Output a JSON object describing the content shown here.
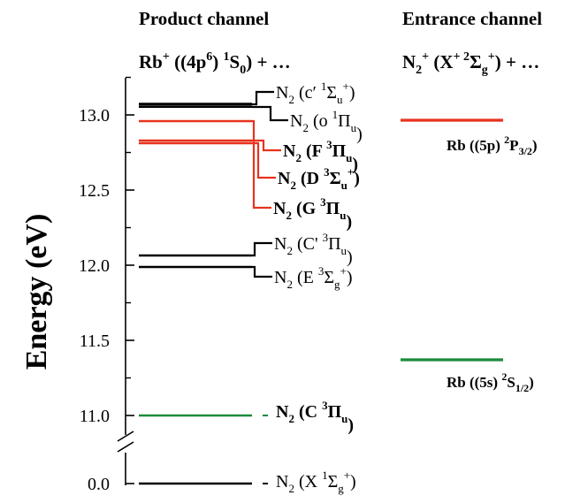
{
  "headers": {
    "product": "Product channel",
    "entrance": "Entrance channel",
    "product_species": {
      "pre": "Rb",
      "sup1": "+",
      "mid": " ((4p",
      "sup2": "6",
      "mid2": ") ",
      "sup3": "1",
      "mid3": "S",
      "sub": "0",
      "post": ") + …"
    },
    "entrance_species": {
      "pre": "N",
      "sub1": "2",
      "sup1": "+",
      "mid": " (X",
      "sup2": "+ 2",
      "mid2": "Σ",
      "sub2": "g",
      "sup3": "+",
      "post": ") + …"
    }
  },
  "axis": {
    "title": "Energy (eV)",
    "ticks": [
      "13.0",
      "12.5",
      "12.0",
      "11.5",
      "11.0",
      "0.0"
    ]
  },
  "colors": {
    "black": "#000000",
    "red": "#e8321e",
    "green": "#1a8a3a"
  },
  "product_levels": [
    {
      "id": "c-prime-1sigma",
      "energy": 13.08,
      "color": "black",
      "bold": false,
      "mol": "N",
      "molsub": "2",
      "open": " (c′ ",
      "sup": "1",
      "sym": "Σ",
      "symsub": "u",
      "symsup": "+",
      "close": ")"
    },
    {
      "id": "o-1pi",
      "energy": 13.08,
      "color": "black",
      "bold": false,
      "mol": "N",
      "molsub": "2",
      "open": " (o ",
      "sup": "1",
      "sym": "Π",
      "symsub": "u",
      "symsup": "",
      "close": ")"
    },
    {
      "id": "f-3pi",
      "energy": 12.83,
      "color": "red",
      "bold": true,
      "mol": "N",
      "molsub": "2",
      "open": " (F ",
      "sup": "3",
      "sym": "Π",
      "symsub": "u",
      "symsup": "",
      "close": ")"
    },
    {
      "id": "d-3sigma",
      "energy": 12.81,
      "color": "red",
      "bold": true,
      "mol": "N",
      "molsub": "2",
      "open": " (D ",
      "sup": "3",
      "sym": "Σ",
      "symsub": "u",
      "symsup": "+",
      "close": ")"
    },
    {
      "id": "g-3pi",
      "energy": 12.98,
      "color": "red",
      "bold": true,
      "mol": "N",
      "molsub": "2",
      "open": " (G ",
      "sup": "3",
      "sym": "Π",
      "symsub": "u",
      "symsup": "",
      "close": ")"
    },
    {
      "id": "c-prime-3pi",
      "energy": 12.1,
      "color": "black",
      "bold": false,
      "mol": "N",
      "molsub": "2",
      "open": " (C' ",
      "sup": "3",
      "sym": "Π",
      "symsub": "u",
      "symsup": "",
      "close": ")"
    },
    {
      "id": "e-3sigma",
      "energy": 12.02,
      "color": "black",
      "bold": false,
      "mol": "N",
      "molsub": "2",
      "open": " (E ",
      "sup": "3",
      "sym": "Σ",
      "symsub": "g",
      "symsup": "+",
      "close": ")"
    },
    {
      "id": "c-3pi",
      "energy": 11.03,
      "color": "green",
      "bold": true,
      "mol": "N",
      "molsub": "2",
      "open": " (C ",
      "sup": "3",
      "sym": "Π",
      "symsub": "u",
      "symsup": "",
      "close": ")"
    },
    {
      "id": "x-1sigma",
      "energy": 0.0,
      "color": "black",
      "bold": false,
      "mol": "N",
      "molsub": "2",
      "open": " (X ",
      "sup": "1",
      "sym": "Σ",
      "symsub": "g",
      "symsup": "+",
      "close": ")"
    }
  ],
  "entrance_levels": [
    {
      "id": "rb-5p",
      "energy": 12.99,
      "color": "red",
      "pre": "Rb ((5p) ",
      "sup": "2",
      "term": "P",
      "sub": "3/2",
      "close": ")"
    },
    {
      "id": "rb-5s",
      "energy": 11.4,
      "color": "green",
      "pre": "Rb ((5s) ",
      "sup": "2",
      "term": "S",
      "sub": "1/2",
      "close": ")"
    }
  ]
}
